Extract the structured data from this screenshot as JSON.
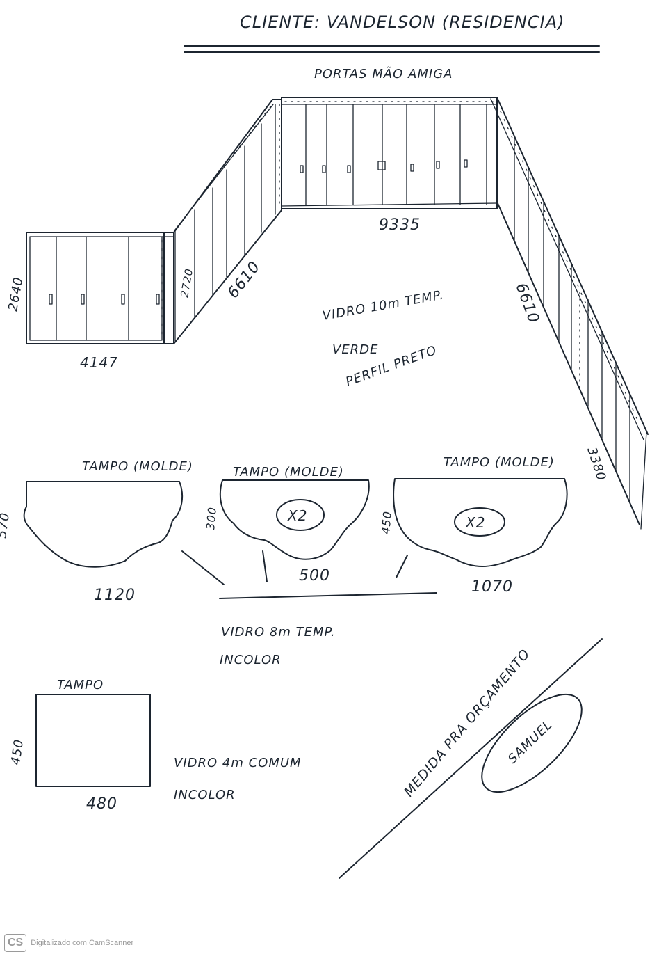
{
  "header": {
    "title": "CLIENTE: VANDELSON (RESIDENCIA)",
    "subtitle": "PORTAS MÃO AMIGA"
  },
  "glass_panel": {
    "dimensions": {
      "left_width": "4147",
      "left_height": "2640",
      "end_panel": "2720",
      "diagonal_left": "6610",
      "back_wall": "9335",
      "diagonal_right": "6610",
      "right_end": "3380"
    },
    "notes": [
      "VIDRO 10m TEMP.",
      "VERDE",
      "PERFIL PRETO"
    ]
  },
  "tampos_molde": [
    {
      "label": "TAMPO (MOLDE)",
      "width": "1120",
      "height": "570",
      "qty": ""
    },
    {
      "label": "TAMPO (MOLDE)",
      "width": "500",
      "height": "300",
      "qty": "X2"
    },
    {
      "label": "TAMPO (MOLDE)",
      "width": "1070",
      "height": "450",
      "qty": "X2"
    }
  ],
  "molde_notes": [
    "VIDRO 8m TEMP.",
    "INCOLOR"
  ],
  "tampo_rect": {
    "label": "TAMPO",
    "width": "480",
    "height": "450",
    "notes": [
      "VIDRO 4m COMUM",
      "INCOLOR"
    ]
  },
  "signoff": {
    "text": "MEDIDA PRA ORÇAMENTO",
    "signature": "SAMUEL"
  },
  "footer": {
    "logo": "CS",
    "text": "Digitalizado com CamScanner"
  }
}
